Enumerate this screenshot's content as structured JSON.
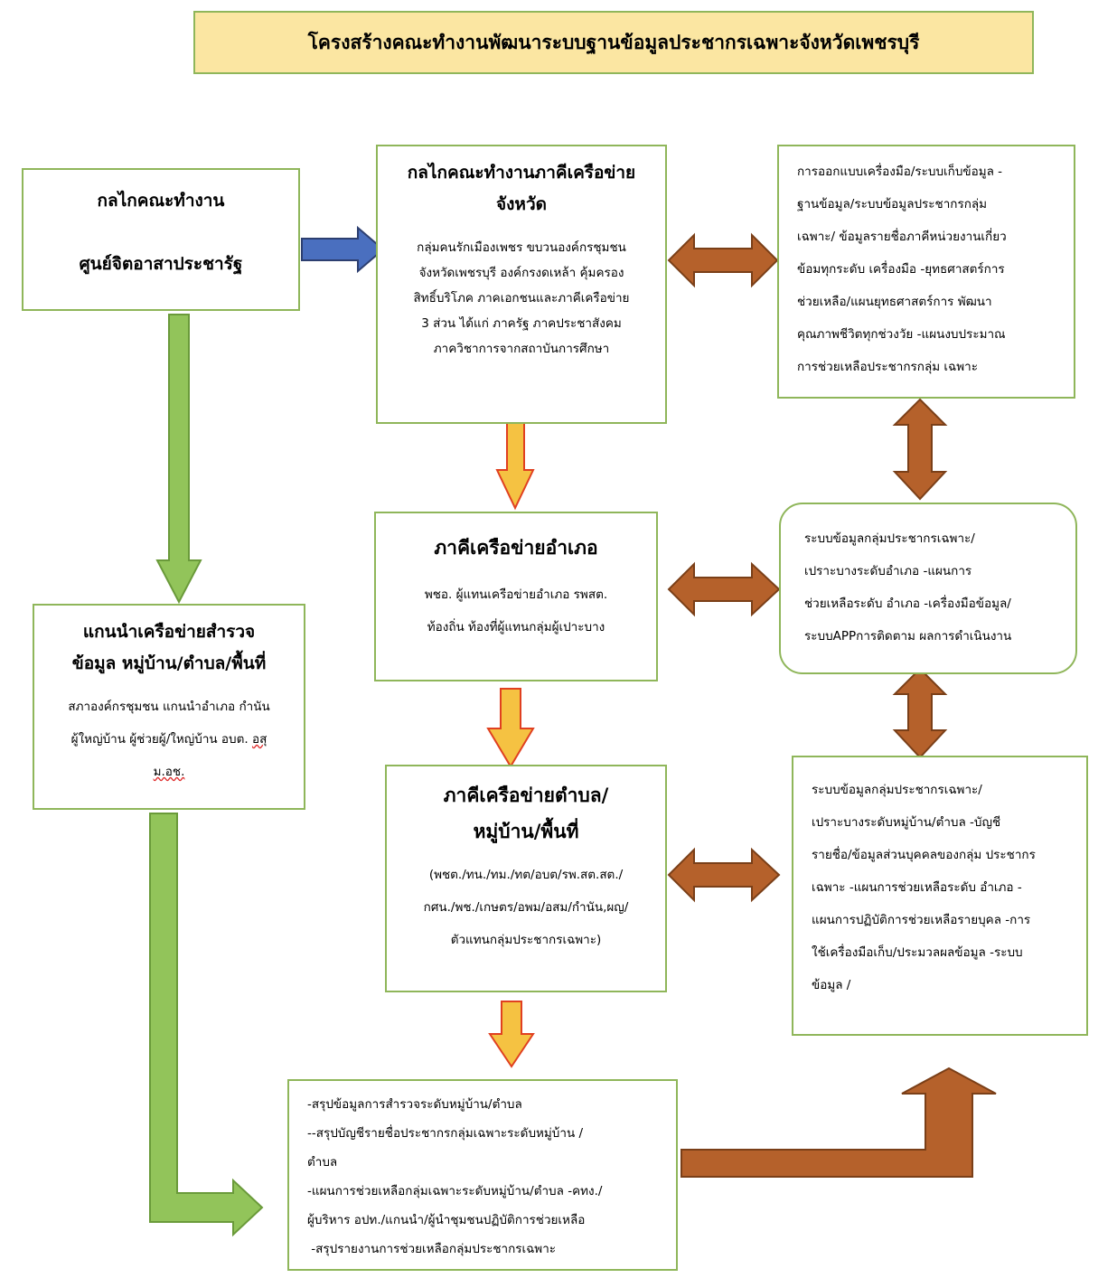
{
  "title": "โครงสร้างคณะทำงานพัฒนาระบบฐานข้อมูลประชากรเฉพาะจังหวัดเพชรบุรี",
  "colors": {
    "border_green": "#8fb65a",
    "title_fill": "#fbe6a2",
    "arrow_green": "#92c45a",
    "arrow_yellow": "#f5c242",
    "arrow_brown": "#b5612b",
    "arrow_blue": "#4a6fbf"
  },
  "center_box": {
    "line1": "กลไกคณะทำงาน",
    "line2": "ศูนย์จิตอาสาประชารัฐ"
  },
  "province_box": {
    "title_line1": "กลไกคณะทำงานภาคีเครือข่าย",
    "title_line2": "จังหวัด",
    "body": [
      "กลุ่มคนรักเมืองเพชร ขบวนองค์กรชุมชน",
      "จังหวัดเพชรบุรี องค์กรงดเหล้า คุ้มครอง",
      "สิทธิ์บริโภค  ภาคเอกชนและภาคีเครือข่าย",
      "3 ส่วน ได้แก่ ภาครัฐ  ภาคประชาสังคม",
      "ภาควิชาการจากสถาบันการศึกษา"
    ]
  },
  "province_info_box": {
    "lines": [
      "การออกแบบเครื่องมือ/ระบบเก็บข้อมูล -",
      "ฐานข้อมูล/ระบบข้อมูลประชากรกลุ่ม",
      "เฉพาะ/ ข้อมูลรายชื่อภาคีหน่วยงานเกี่ยว",
      "ข้อมทุกระดับ เครื่องมือ -ยุทธศาสตร์การ",
      "ช่วยเหลือ/แผนยุทธศาสตร์การ พัฒนา",
      "คุณภาพชีวิตทุกช่วงวัย -แผนงบประมาณ",
      "การช่วยเหลือประชากรกลุ่ม เฉพาะ"
    ]
  },
  "district_box": {
    "title": "ภาคีเครือข่ายอำเภอ",
    "body": [
      "พชอ. ผู้แทนเครือข่ายอำเภอ  รพสต.",
      "ท้องถิ่น ท้องที่ผู้แทนกลุ่มผู้เปาะบาง"
    ]
  },
  "district_info_box": {
    "lines": [
      "ระบบข้อมูลกลุ่มประชากรเฉพาะ/",
      "เปราะบางระดับอำเภอ -แผนการ",
      "ช่วยเหลือระดับ อำเภอ -เครื่องมือข้อมูล/",
      "ระบบAPPการติดตาม ผลการดำเนินงาน"
    ]
  },
  "survey_box": {
    "title_line1": "แกนนำเครือข่ายสำรวจ",
    "title_line2": "ข้อมูล หมู่บ้าน/ตำบล/พื้นที่",
    "body_line1": "สภาองค์กรชุมชน แกนนำอำเภอ กำนัน",
    "body_line2": "ผู้ใหญ่บ้าน ผู้ช่วยผู้/ใหญ่บ้าน อบต.",
    "body_line2_b": "อสุ",
    "body_line3": "ม.อช."
  },
  "subdistrict_box": {
    "title_line1": "ภาคีเครือข่ายตำบล/",
    "title_line2": "หมู่บ้าน/พื้นที่",
    "body_line1": "(พชต./ทน./ทม./ทต/อบต/รพ.สต.สต./",
    "body_line2": "กศน./พช./เกษตร/อพม/อสม/กำนัน,ผญ/",
    "body_line3": "ตัวแทนกลุ่มประชากรเฉพาะ)"
  },
  "subdistrict_info_box": {
    "lines": [
      "ระบบข้อมูลกลุ่มประชากรเฉพาะ/",
      "เปราะบางระดับหมู่บ้าน/ตำบล -บัญชี",
      "รายชื่อ/ข้อมูลส่วนบุคคลของกลุ่ม ประชากร",
      "เฉพาะ -แผนการช่วยเหลือระดับ อำเภอ -",
      "แผนการปฏิบัติการช่วยเหลือรายบุคล -การ",
      "ใช้เครื่องมือเก็บ/ประมวลผลข้อมูล -ระบบ",
      "ข้อมูล /"
    ]
  },
  "summary_box": {
    "lines": [
      "-สรุปข้อมูลการสำรวจระดับหมู่บ้าน/ตำบล",
      "--สรุปบัญชีรายชื่อประชากรกลุ่มเฉพาะระดับหมู่บ้าน /",
      "ตำบล",
      "-แผนการช่วยเหลือกลุ่มเฉพาะระดับหมู่บ้าน/ตำบล -คทง./",
      "ผู้บริหาร อปท./แกนนำ/ผู้นำชุมชนปฏิบัติการช่วยเหลือ",
      " -สรุปรายงานการช่วยเหลือกลุ่มประชากรเฉพาะ"
    ]
  }
}
